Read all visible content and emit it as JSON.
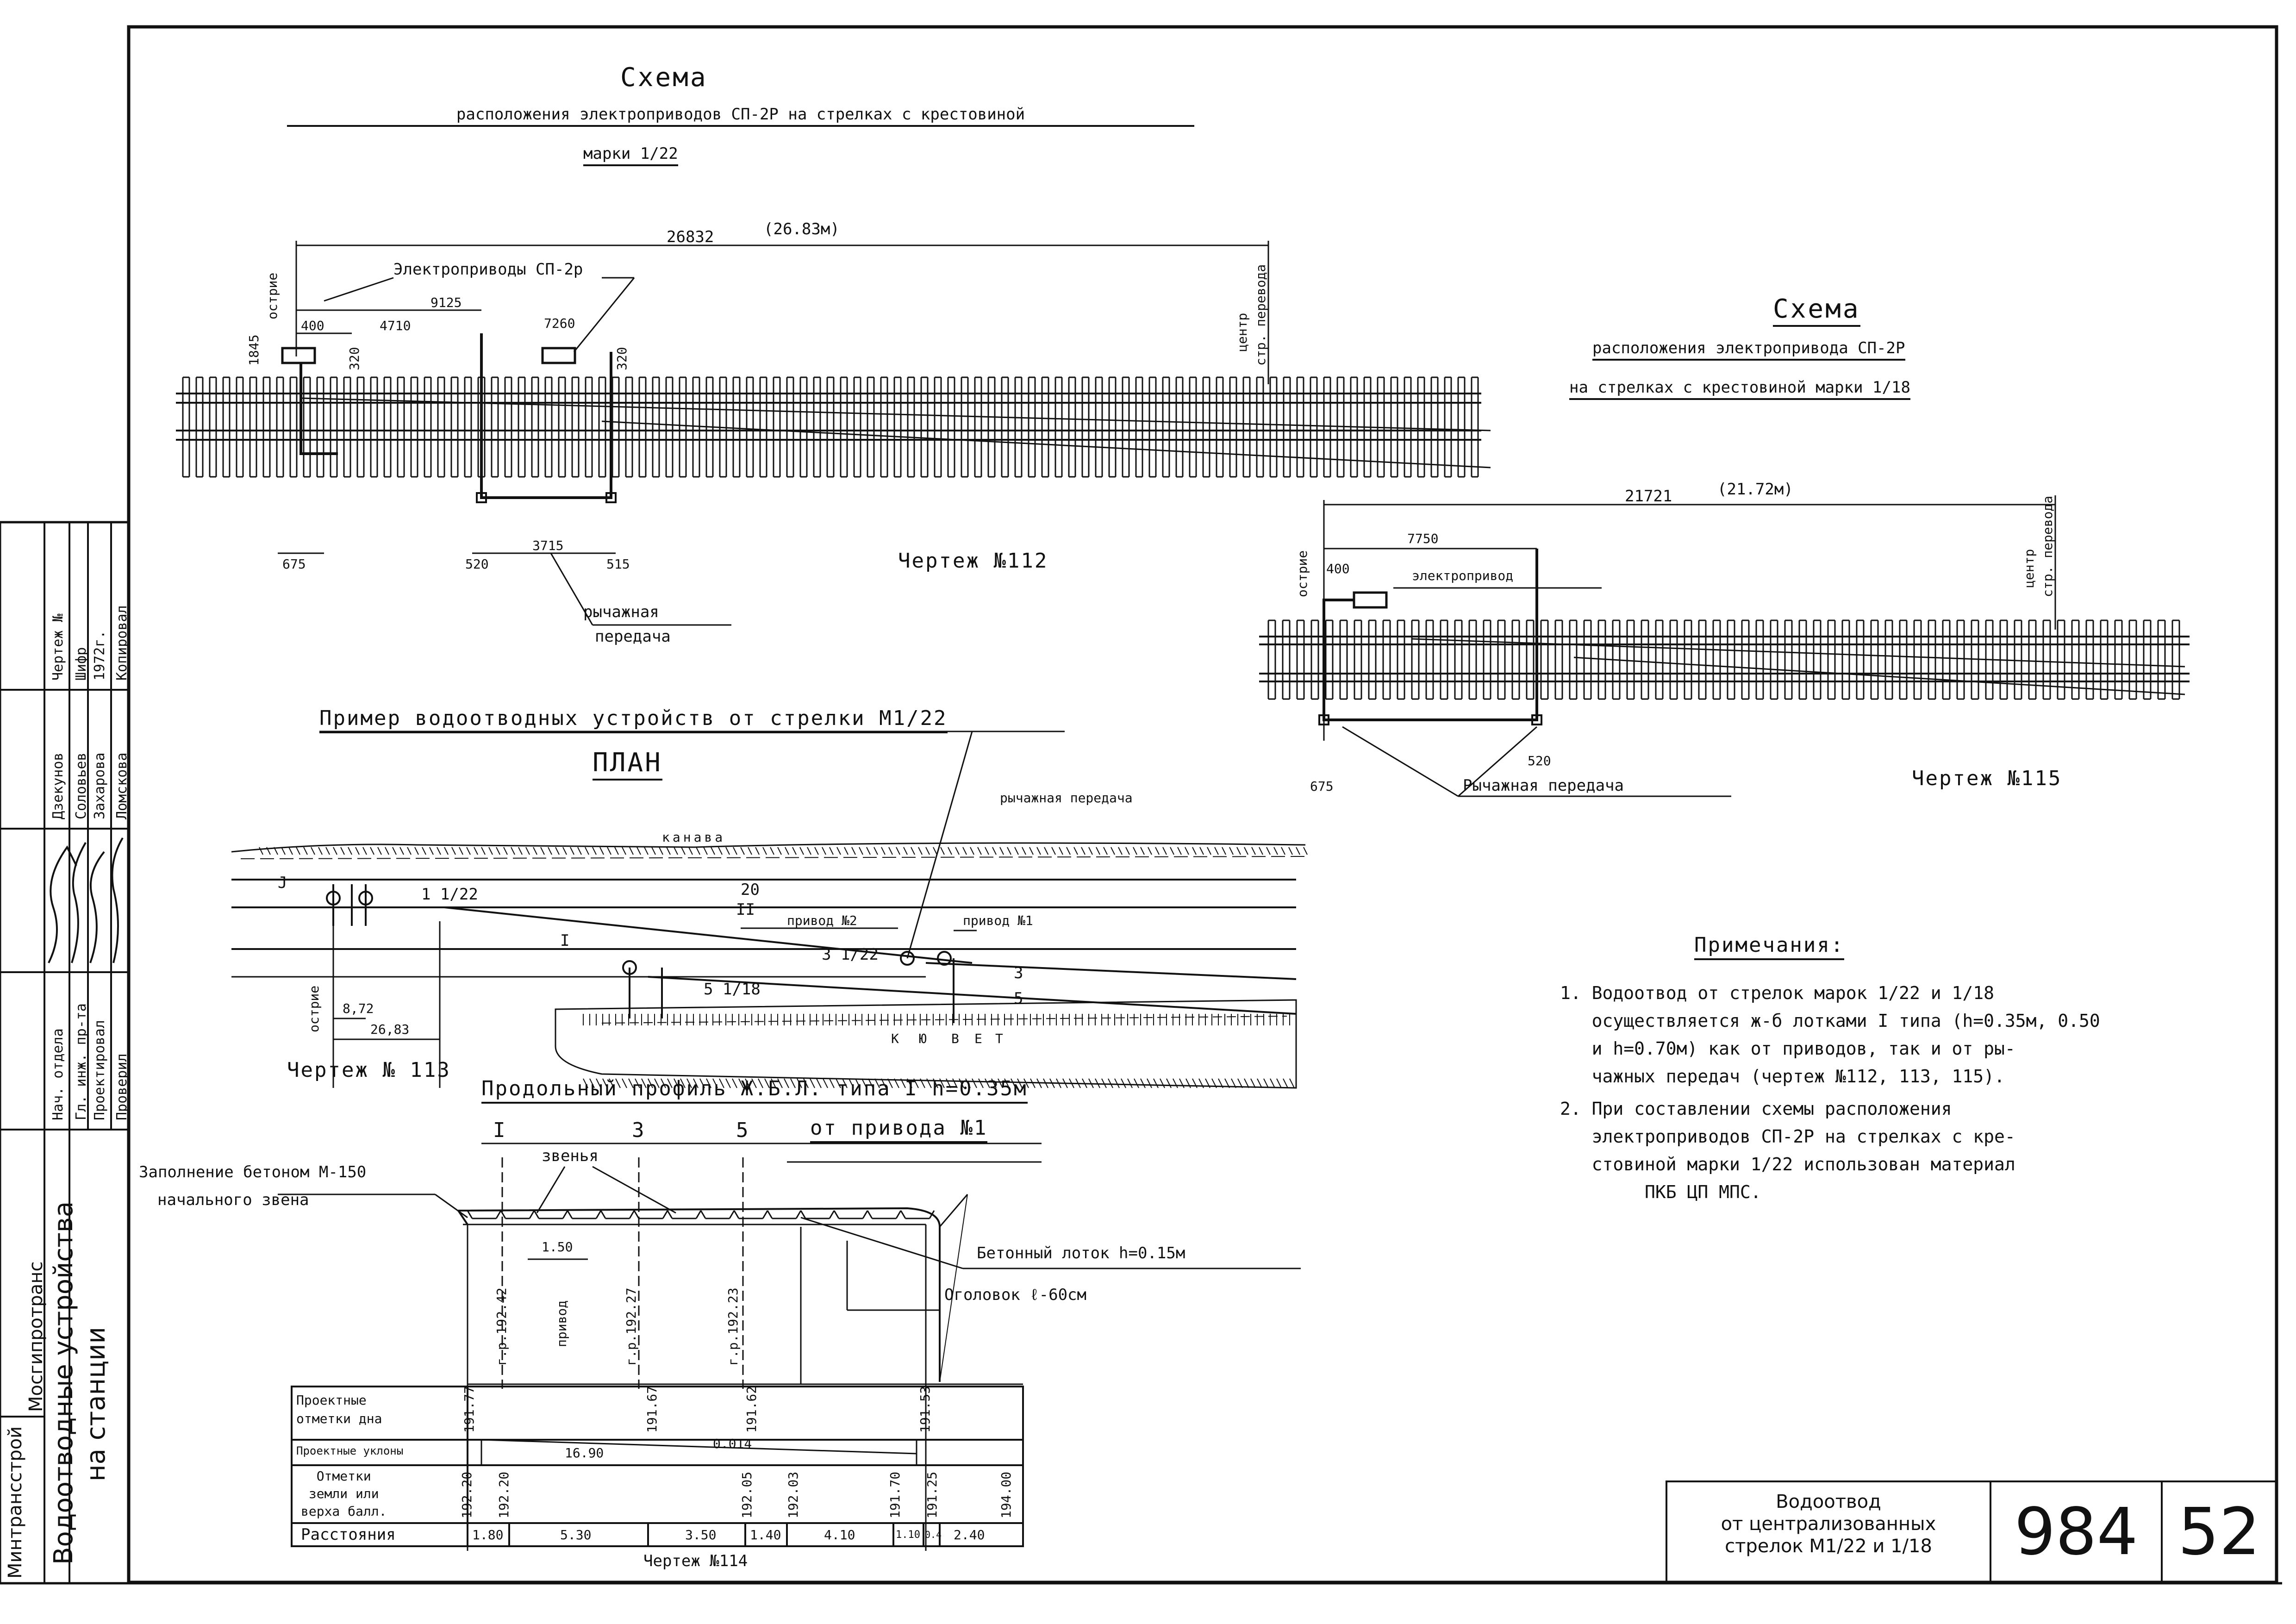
{
  "top_left": {
    "title1": "Схема",
    "title2": "расположения электроприводов СП-2Р на стрелках с крестовиной",
    "title3": "марки 1/22",
    "total_dim": "26832",
    "total_dim_m": "(26.83м)",
    "drives_label": "Электроприводы СП-2р",
    "point_label": "острие",
    "center_label_1": "центр",
    "center_label_2": "стр. перевода",
    "dim_9125": "9125",
    "dim_4710": "4710",
    "dim_400": "400",
    "dim_1845": "1845",
    "dim_320a": "320",
    "dim_320b": "320",
    "dim_7260": "7260",
    "dim_675": "675",
    "dim_520": "520",
    "dim_3715": "3715",
    "dim_515": "515",
    "lever_1": "рычажная",
    "lever_2": "передача",
    "drawing": "Чертеж №112"
  },
  "top_right": {
    "title1": "Схема",
    "title2": "расположения электропривода СП-2Р",
    "title3": "на стрелках с крестовиной марки 1/18",
    "total_dim": "21721",
    "total_dim_m": "(21.72м)",
    "center_label_1": "центр",
    "center_label_2": "стр. перевода",
    "point_label": "острие",
    "dim_7750": "7750",
    "dim_400": "400",
    "drive_label": "электропривод",
    "dim_675": "675",
    "dim_520": "520",
    "lever": "Рычажная передача",
    "drawing": "Чертеж №115"
  },
  "plan": {
    "title": "Пример водоотводных устройств от стрелки М1/22",
    "subtitle": "ПЛАН",
    "lever": "рычажная передача",
    "canal": "канава",
    "track_20": "20",
    "track_II": "II",
    "track_I": "I",
    "track_3": "3",
    "track_5": "5",
    "track_J": "J",
    "label_122": "1 1/22",
    "label_322": "3 1/22",
    "label_518": "5 1/18",
    "drive2": "привод №2",
    "drive1": "привод №1",
    "point": "острие",
    "d872": "8,72",
    "d2683": "26,83",
    "box_k": "К",
    "box_yu": "Ю",
    "box_v": "В",
    "box_e": "Е",
    "box_t": "Т",
    "drawing": "Чертеж № 113"
  },
  "profile": {
    "title": "Продольный профиль Ж.Б.Л. типа I h=0.35м",
    "subtitle": "от привода №1",
    "mark_I": "I",
    "mark_3": "3",
    "mark_5": "5",
    "fill_1": "Заполнение бетоном М-150",
    "fill_2": "начального звена",
    "links": "звенья",
    "dim_150": "1.50",
    "concrete": "Бетонный лоток h=0.15м",
    "head": "Оголовок ℓ-60см",
    "gr1": "г.р.192.42",
    "drive": "привод",
    "gr2": "г.р.192.27",
    "gr3": "г.р.192.23",
    "rows": [
      {
        "label": "Проектные отметки дна",
        "label1": "Проектные",
        "label2": "отметки дна",
        "values": [
          "191.77",
          "191.67",
          "191.62",
          "191.53"
        ]
      },
      {
        "label": "Проектные уклоны",
        "values": [
          "16.90",
          "0.014"
        ]
      },
      {
        "label": "Отметки земли или верха балл.",
        "label1": "Отметки",
        "label2": "земли или",
        "label3": "верха балл.",
        "values": [
          "192.20",
          "192.20",
          "192.05",
          "192.03",
          "191.70",
          "191.25",
          "194.00"
        ]
      },
      {
        "label": "Расстояния",
        "values": [
          "1.80",
          "5.30",
          "3.50",
          "1.40",
          "4.10",
          "1.10",
          "0.4",
          "2.40"
        ]
      }
    ],
    "drawing": "Чертеж №114"
  },
  "notes": {
    "title": "Примечания:",
    "n1": "1. Водоотвод от стрелок марок 1/22 и 1/18\n   осуществляется ж-б лотками I типа (h=0.35м, 0.50\n   и h=0.70м) как от приводов, так и от ры-\n   чажных передач (чертеж №112, 113, 115).",
    "n2": "2. При составлении схемы расположения\n   электроприводов СП-2Р на стрелках с кре-\n   стовиной марки 1/22 использован материал\n        ПКБ ЦП МПС."
  },
  "title_block": {
    "desc1": "Водоотвод",
    "desc2": "от централизованных",
    "desc3": "стрелок М1/22 и 1/18",
    "album": "984",
    "sheet": "52"
  },
  "stamp": {
    "ministry": "Минтрансстрой",
    "org": "Мосгипротранс",
    "title1": "Водоотводные устройства",
    "title2": "на станции",
    "roles": [
      "Нач. отдела",
      "Гл. инж. пр-та",
      "Проектировал",
      "Проверил"
    ],
    "names": [
      "Дзекунов",
      "Соловьев",
      "Захарова",
      "Ломскова"
    ],
    "info": [
      "Чертеж №",
      "Шифр",
      "1972г.",
      "Копировал"
    ]
  }
}
